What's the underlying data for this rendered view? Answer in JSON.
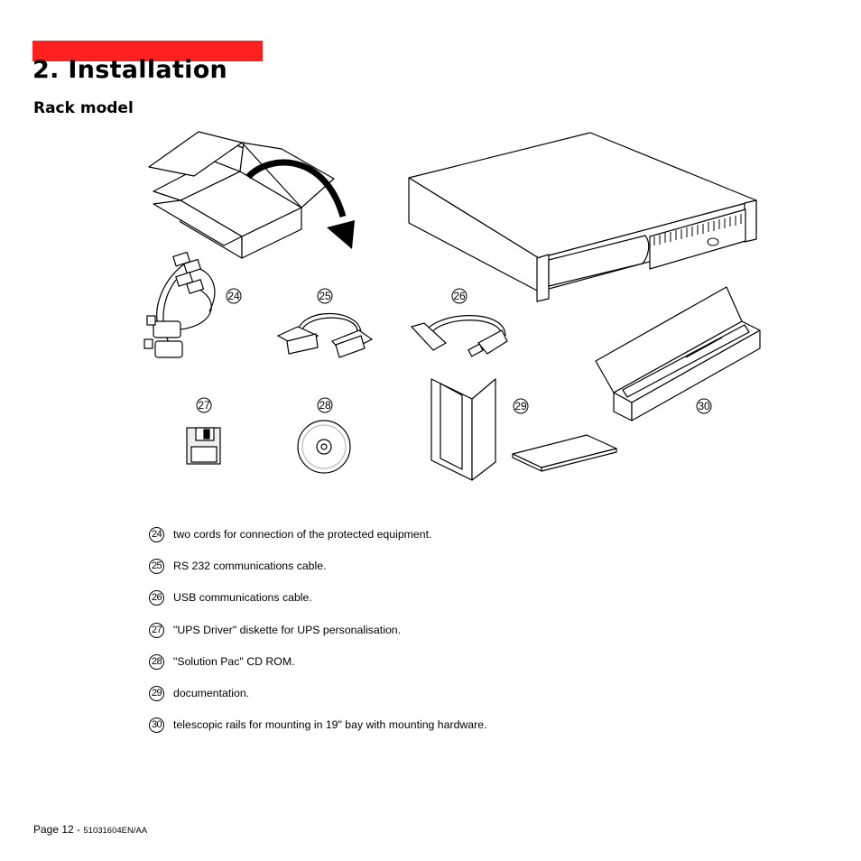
{
  "header": {
    "section_title": "2. Installation",
    "subsection_title": "Rack model"
  },
  "figure": {
    "callouts": {
      "power_cords": "24",
      "rs232_cable": "25",
      "usb_cable": "26",
      "diskette": "27",
      "cd_rom": "28",
      "documentation": "29",
      "rails": "30"
    }
  },
  "legend": {
    "items": [
      {
        "number": "24",
        "text": "two cords for connection of the protected equipment."
      },
      {
        "number": "25",
        "text": "RS 232 communications cable."
      },
      {
        "number": "26",
        "text": "USB communications cable."
      },
      {
        "number": "27",
        "text": "\"UPS Driver\" diskette for UPS personalisation."
      },
      {
        "number": "28",
        "text": "\"Solution Pac\" CD ROM."
      },
      {
        "number": "29",
        "text": "documentation."
      },
      {
        "number": "30",
        "text": "telescopic rails for mounting in 19\" bay with mounting hardware."
      }
    ]
  },
  "footer": {
    "page_label": "Page 12 - ",
    "doc_code": "51031604EN/AA"
  },
  "colors": {
    "accent_red": "#ff2020"
  }
}
